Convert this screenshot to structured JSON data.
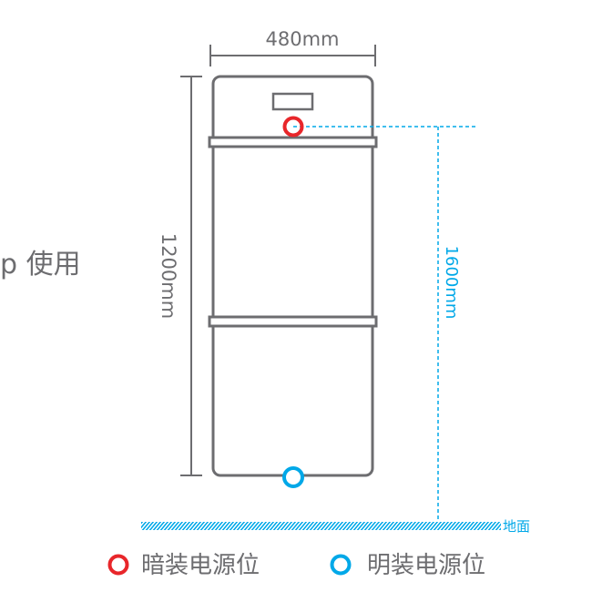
{
  "side_text": "p 使用",
  "width_label": "480mm",
  "height_label": "1200mm",
  "socket_height_label": "1600mm",
  "ground_label": "地面",
  "legend": [
    {
      "label": "暗装电源位",
      "color": "#e8262a"
    },
    {
      "label": "明装电源位",
      "color": "#00a8e8"
    }
  ],
  "colors": {
    "line": "#6d6d70",
    "text": "#6d6d70",
    "blue": "#00a8e8",
    "red": "#e8262a"
  }
}
